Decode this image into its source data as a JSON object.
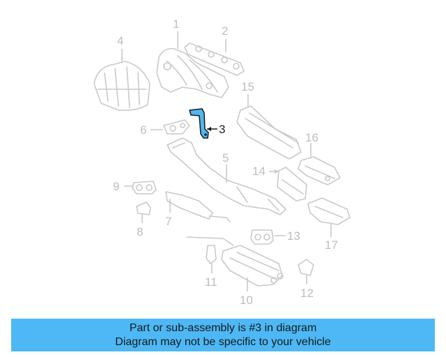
{
  "diagram": {
    "callouts": [
      "1",
      "2",
      "3",
      "4",
      "5",
      "6",
      "7",
      "8",
      "9",
      "10",
      "11",
      "12",
      "13",
      "14",
      "15",
      "16",
      "17"
    ],
    "highlighted_callout": "3",
    "colors": {
      "highlight": "#4fb8ee",
      "part_outline": "#c9c9c9",
      "callout_text": "#bdbdbd",
      "banner": "#4db8f5"
    }
  },
  "banner": {
    "line1": "Part or sub-assembly is #3 in diagram",
    "line2": "Diagram may not be specific to your vehicle"
  }
}
